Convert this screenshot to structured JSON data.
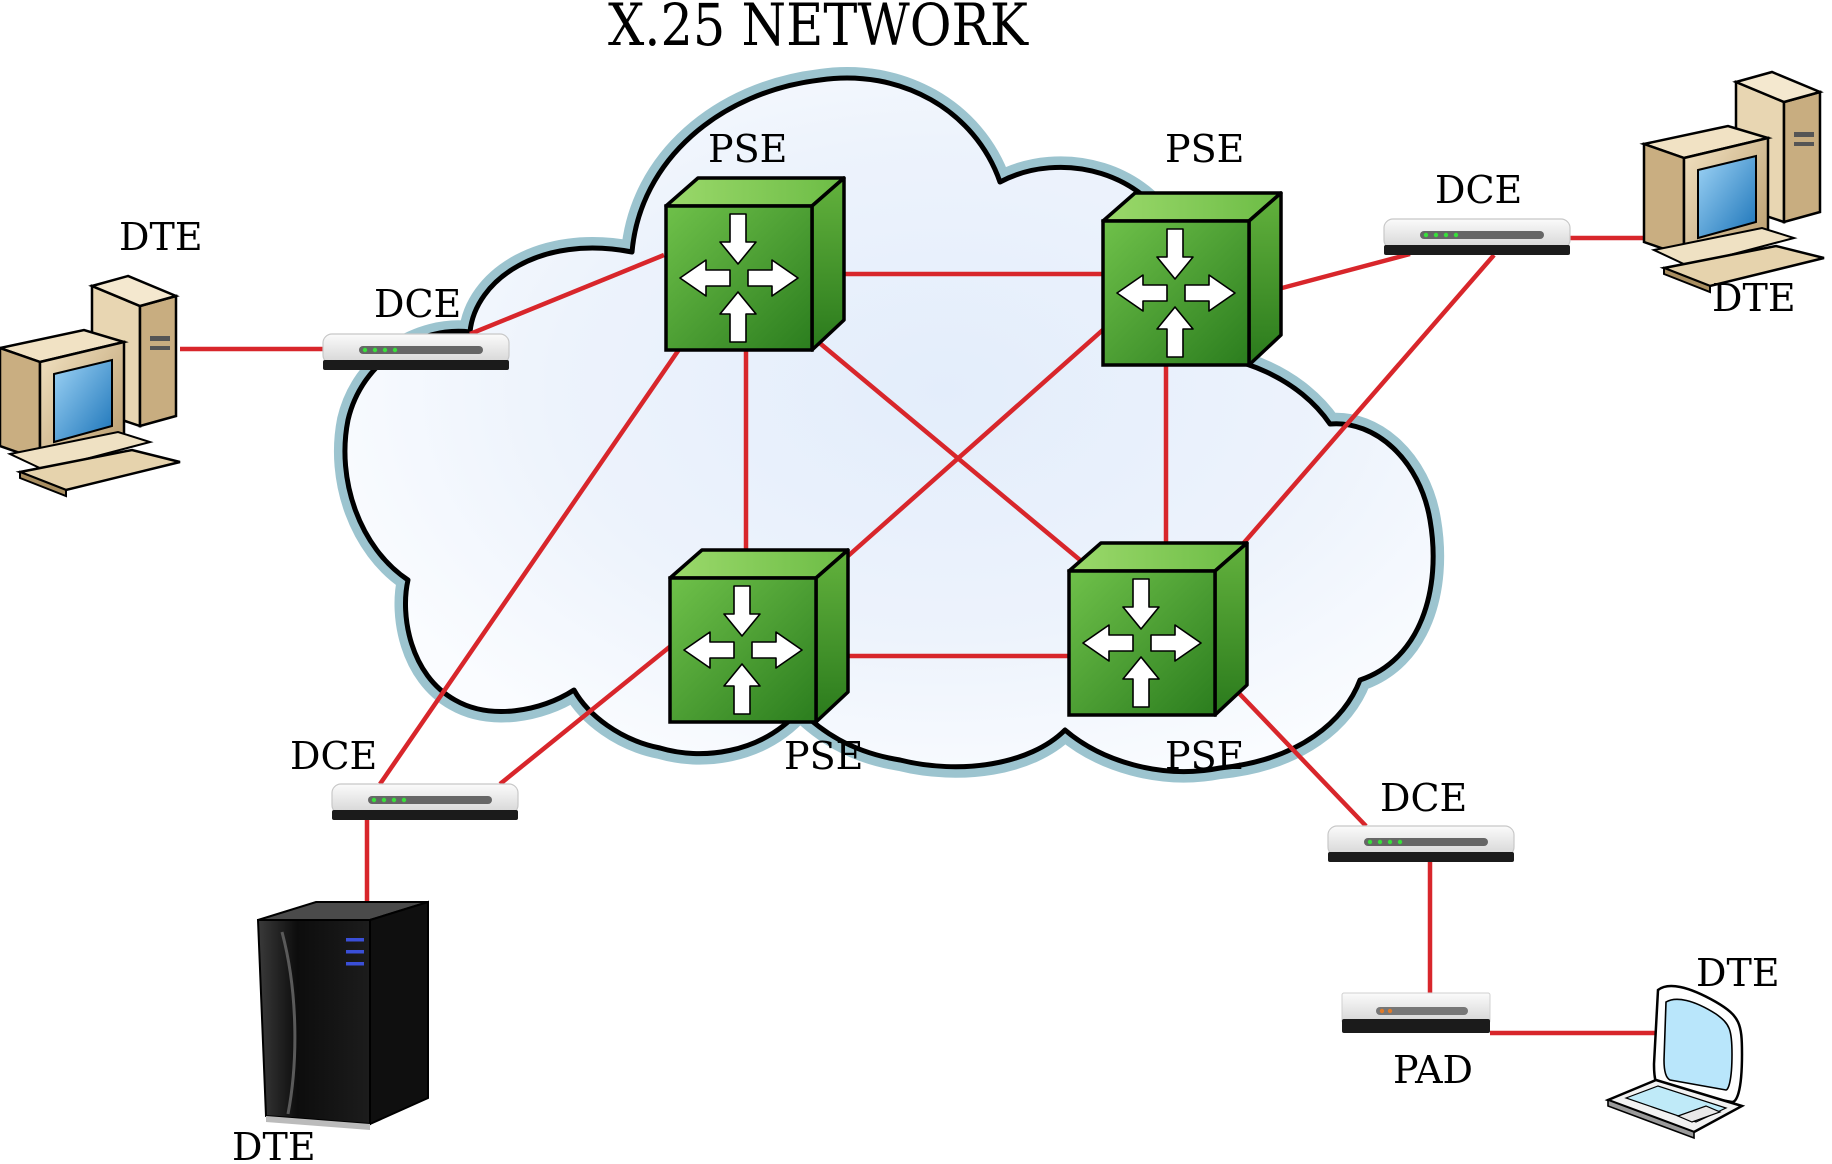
{
  "title": "X.25 NETWORK",
  "labels": {
    "pse_tl": "PSE",
    "pse_tr": "PSE",
    "pse_bl": "PSE",
    "pse_br": "PSE",
    "dce_left": "DCE",
    "dce_right": "DCE",
    "dce_bottom_left": "DCE",
    "dce_bottom_right": "DCE",
    "dte_left": "DTE",
    "dte_right": "DTE",
    "dte_server": "DTE",
    "dte_terminal": "DTE",
    "pad": "PAD"
  },
  "colors": {
    "link": "#d8262b",
    "cloud_fill": "#dde9fb",
    "cloud_halo": "#9cc4cf",
    "switch_green": "#3f9d2c"
  }
}
